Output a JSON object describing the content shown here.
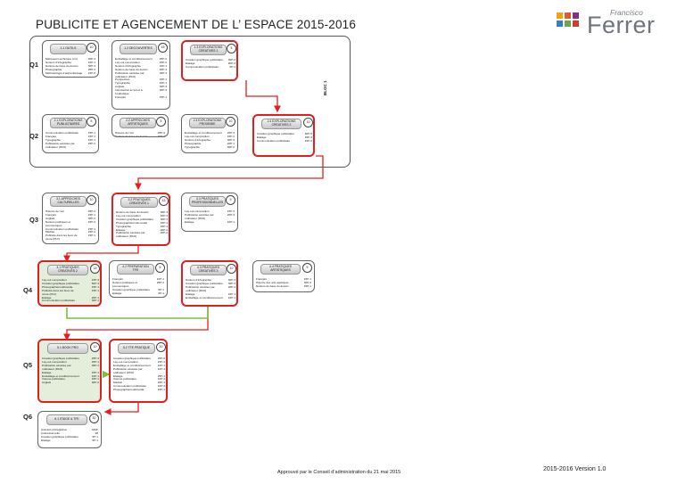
{
  "title": "PUBLICITE ET AGENCEMENT DE L’ ESPACE 2015-2016",
  "logo": {
    "small": "Francisco",
    "big": "Ferrer",
    "colors": [
      "#f0a30a",
      "#e05a2a",
      "#8a2f7a",
      "#3a7fc0",
      "#6aa84f",
      "#d23a2a"
    ]
  },
  "bloc_label": "BLOC 1",
  "quarters": [
    "Q1",
    "Q2",
    "Q3",
    "Q4",
    "Q5",
    "Q6"
  ],
  "footer": "Approuvé par le Conseil d’administration du 21 mai 2015",
  "version": "2015-2016 Version 1.0",
  "colors": {
    "highlight": "#e02020",
    "arrow": "#7ac143",
    "approved": "#e4eedb"
  },
  "modules": [
    {
      "title": "1.1 OUTILS",
      "credits": "10",
      "rows": [
        [
          "Marqueurs technique croit",
          "30H 4"
        ],
        [
          "Notions d’infographie",
          "15H 1"
        ],
        [
          "Notions de base du dessin",
          "30H 3"
        ],
        [
          "Photographie",
          "25H 2"
        ],
        [
          "Méthodologie d’apprentissage",
          "15H 2"
        ]
      ]
    },
    {
      "title": "1.2 DECOUVERTES",
      "credits": "15",
      "rows": [
        [
          "Emballage et conditionnement",
          "25H 2"
        ],
        [
          "Lay-out composition",
          "15H 2"
        ],
        [
          "Notions d’infographie",
          "15H 1"
        ],
        [
          "Notions de base du dessin",
          "30H 3"
        ],
        [
          "Publication assistée par",
          "30H 3"
        ],
        [
          "ordinateur (PAO)",
          ""
        ],
        [
          "Perspective",
          "15H 1"
        ],
        [
          "Typographie",
          "15H 1"
        ],
        [
          "Anglais",
          "30H 3"
        ],
        [
          "Introduction à l’art et à",
          "30H 3"
        ],
        [
          "l’esthétique",
          ""
        ],
        [
          "Français",
          "15H 1"
        ]
      ]
    },
    {
      "title": "1.3 EXPLORATIONS CREATIVES 1",
      "credits": "5",
      "rows": [
        [
          "Création graphique publicitaire",
          "30H 2"
        ],
        [
          "Etalage",
          "20H 2"
        ],
        [
          "Communication publicitaire",
          "5H 1"
        ]
      ]
    },
    {
      "title": "2.1 EXPLORATIONS PUBLICITAIRES",
      "credits": "5",
      "rows": [
        [
          "Communication publicitaire",
          "15H 1"
        ],
        [
          "Français",
          "15H 1"
        ],
        [
          "Typographie",
          "15H 1"
        ],
        [
          "Publication assistée par",
          "25H 2"
        ],
        [
          "ordinateur (PAO)",
          ""
        ]
      ]
    },
    {
      "title": "2.2 APPROCHES ARTISTIQUES",
      "credits": "5",
      "rows": [
        [
          "Histoire de l’art",
          "45H 2"
        ],
        [
          "Notions de base du dessin",
          "30H 3"
        ]
      ]
    },
    {
      "title": "2.3 EXPLORATIONS PROXEMIE",
      "credits": "10",
      "rows": [
        [
          "Emballage et conditionnement",
          "20H 3"
        ],
        [
          "Lay-out composition",
          "15H 2"
        ],
        [
          "Notions d’infographie",
          "30H 3"
        ],
        [
          "Photographie",
          "20H 1"
        ],
        [
          "Typographie",
          "30H 2"
        ]
      ]
    },
    {
      "title": "2.4 EXPLORATIONS CREATIVES 2",
      "credits": "10",
      "rows": [
        [
          "Création graphique publicitaire",
          "60H 5"
        ],
        [
          "Etalage",
          "25H 3"
        ],
        [
          "Communication publicitaire",
          "15H 2"
        ]
      ]
    },
    {
      "title": "3.1 APPROCHES CULTURELLES",
      "credits": "10",
      "rows": [
        [
          "Histoire de l’art",
          "45H 2"
        ],
        [
          "Français",
          "15H 1"
        ],
        [
          "Anglais",
          "30H 2"
        ],
        [
          "Notions juridiques et",
          "15H 2"
        ],
        [
          "économiques",
          ""
        ],
        [
          "Communication publicitaire",
          "15H 1"
        ],
        [
          "Médias",
          "15H 2"
        ],
        [
          "Publicité dans les lieux de",
          "15H 1"
        ],
        [
          "vente (PLV)",
          ""
        ]
      ]
    },
    {
      "title": "3.2 PRATIQUES CREATIVES 1",
      "credits": "15",
      "rows": [
        [
          "Notions de base du dessin",
          "30H 3"
        ],
        [
          "Lay-out composition",
          "15H 3"
        ],
        [
          "Création graphique publicitaire",
          "30H 3"
        ],
        [
          "Photographie/multi média",
          "15H 1"
        ],
        [
          "Typographie",
          "15H 1"
        ],
        [
          "Etalage",
          "20H 2"
        ],
        [
          "Publication assistée par",
          "20H 2"
        ],
        [
          "ordinateur (PAO)",
          ""
        ]
      ]
    },
    {
      "title": "3.3 PRATIQUES PROFESSIONNELLES",
      "credits": "5",
      "rows": [
        [
          "Lay-out composition",
          "15H 3"
        ],
        [
          "Publication assistée par",
          "20H 3"
        ],
        [
          "ordinateur (PAO)",
          ""
        ],
        [
          "Etalage",
          "10H 1"
        ]
      ]
    },
    {
      "title": "4.1 PRATIQUES CREATIVES 2",
      "credits": "15",
      "rows": [
        [
          "Lay-out composition",
          "15H 3"
        ],
        [
          "Création graphique publicitaire",
          "50H 4"
        ],
        [
          "Photographie/multimédia",
          "15H 1"
        ],
        [
          "Publicité dans les lieux de",
          "15H 1"
        ],
        [
          "vente (PLV)",
          ""
        ],
        [
          "Etalage",
          "20H 1"
        ],
        [
          "Communication publicitaire",
          "30H 1"
        ]
      ]
    },
    {
      "title": "4.2 PREPARATION TFE",
      "credits": "5",
      "rows": [
        [
          "Français",
          "10H 1"
        ],
        [
          "Notions juridiques et",
          "25H 2"
        ],
        [
          "économiques",
          ""
        ],
        [
          "Création graphique publicitaire",
          "5H 1"
        ],
        [
          "Etalage",
          "5H 1"
        ]
      ]
    },
    {
      "title": "4.3 PRATIQUES CREATIVES 3",
      "credits": "10",
      "rows": [
        [
          "Notions d’infographie",
          "30H 3"
        ],
        [
          "Création graphique publicitaire",
          "35H 3"
        ],
        [
          "Publication assistée par",
          "20H 2"
        ],
        [
          "ordinateur (PAO)",
          ""
        ],
        [
          "Etalage",
          "15H 1"
        ],
        [
          "Emballage et conditionnement",
          "10H 1"
        ]
      ]
    },
    {
      "title": "4.4 PRATIQUES ARTISTIQUES",
      "credits": "5",
      "rows": [
        [
          "Français",
          "15H 1"
        ],
        [
          "Histoire des arts appliqués",
          "30H 3"
        ],
        [
          "Notions de base du dessin",
          "15H 1"
        ]
      ]
    },
    {
      "title": "5.1 BOOK PRO",
      "credits": "10",
      "rows": [
        [
          "Création graphique publicitaire",
          "25H 3"
        ],
        [
          "Lay-out composition",
          "45H 1"
        ],
        [
          "Publication assistée par",
          "35H 1"
        ],
        [
          "ordinateur (PAO)",
          ""
        ],
        [
          "Etalage",
          "15H 1"
        ],
        [
          "Emballage et conditionnement",
          "10H 1"
        ],
        [
          "Volume publicitaire",
          "15H 1"
        ],
        [
          "Anglais",
          "30H 2"
        ]
      ]
    },
    {
      "title": "5.2 TFE PRATIQUE",
      "credits": "20",
      "rows": [
        [
          "Création graphique publicitaire",
          "25H 6"
        ],
        [
          "Lay-out composition",
          "15H 3"
        ],
        [
          "Emballage et conditionnement",
          "10H 1"
        ],
        [
          "Publication assistée par",
          "10H 4"
        ],
        [
          "ordinateur (PAO)",
          ""
        ],
        [
          "Etalage",
          "25H 1"
        ],
        [
          "Volume publicitaire",
          "10H 4"
        ],
        [
          "Médias",
          "20H 1"
        ],
        [
          "Communication publicitaire",
          "10H 3"
        ],
        [
          "Photographie/multimédia",
          "15H 1"
        ]
      ]
    },
    {
      "title": "6.1 STAGE & TFE",
      "credits": "30",
      "rows": [
        [
          "Activités d’intégration",
          "330P"
        ],
        [
          "professionnelle",
          "28"
        ],
        [
          "Création graphique publicitaire",
          "5H 1"
        ],
        [
          "Etalage",
          "5H 1"
        ]
      ]
    }
  ]
}
